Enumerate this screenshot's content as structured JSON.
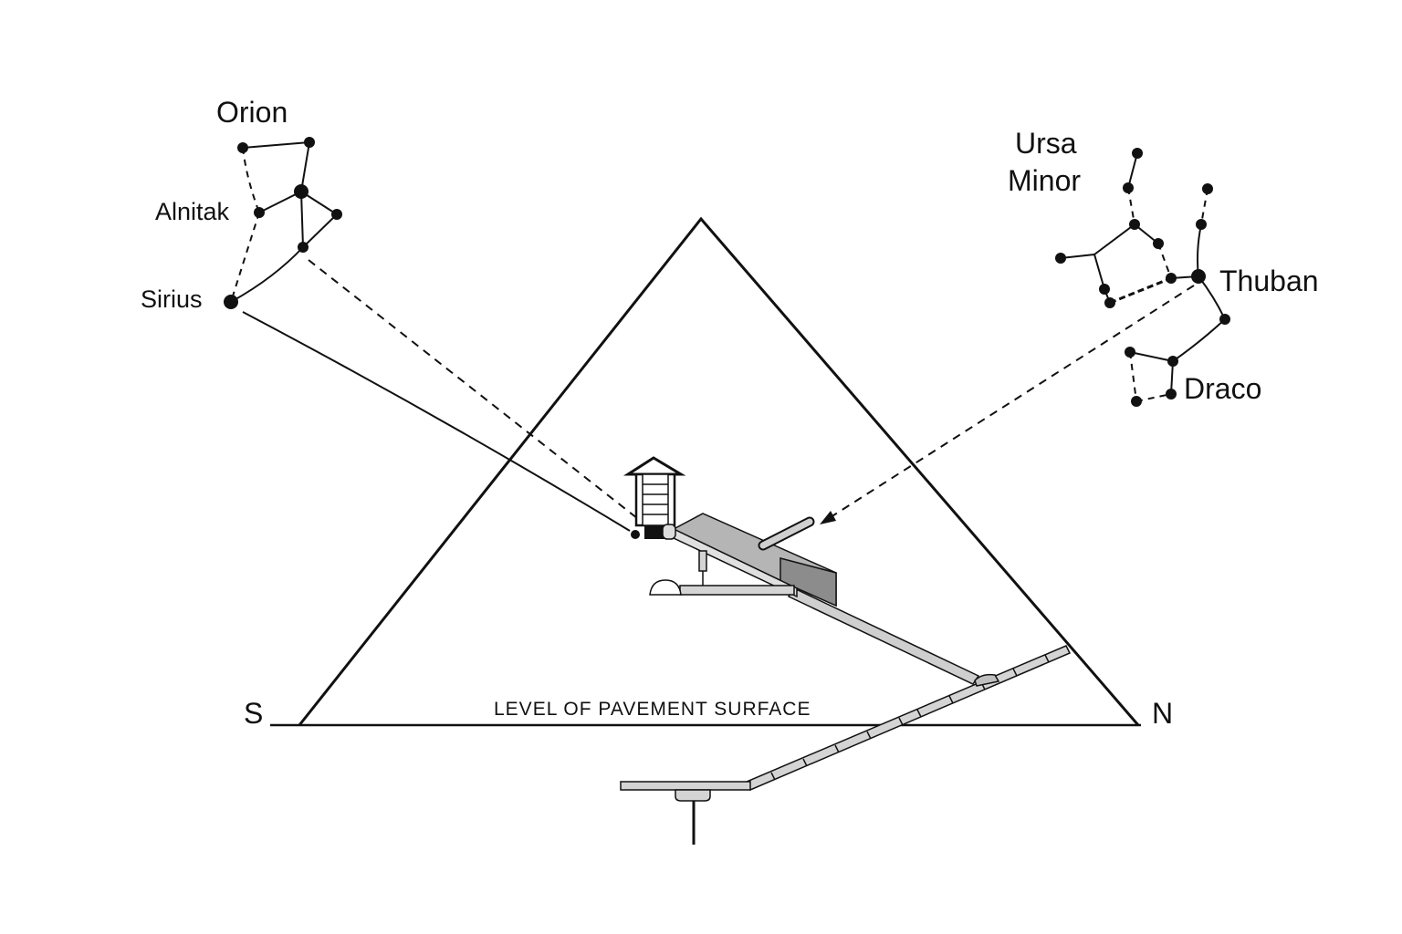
{
  "constellations": {
    "orion": "Orion",
    "alnitak": "Alnitak",
    "sirius": "Sirius",
    "ursa_minor_line1": "Ursa",
    "ursa_minor_line2": "Minor",
    "thuban": "Thuban",
    "draco": "Draco"
  },
  "ground": {
    "south": "S",
    "north": "N",
    "pavement": "LEVEL OF PAVEMENT SURFACE"
  },
  "colors": {
    "ink": "#111111",
    "passage_fill": "#cfcfcf",
    "gallery_dark": "#8c8c8c",
    "gallery_mid": "#b5b5b5"
  }
}
